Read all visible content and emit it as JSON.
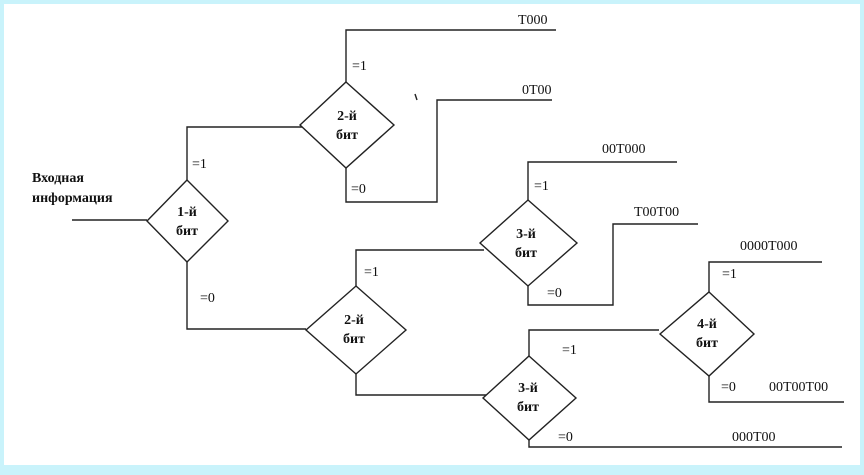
{
  "input_label_line1": "Входная",
  "input_label_line2": "информация",
  "nodes": {
    "n1": {
      "line1": "1-й",
      "line2": "бит"
    },
    "n2a": {
      "line1": "2-й",
      "line2": "бит"
    },
    "n2b": {
      "line1": "2-й",
      "line2": "бит"
    },
    "n3a": {
      "line1": "3-й",
      "line2": "бит"
    },
    "n3b": {
      "line1": "3-й",
      "line2": "бит"
    },
    "n4": {
      "line1": "4-й",
      "line2": "бит"
    }
  },
  "branch_labels": {
    "n1_one": "=1",
    "n1_zero": "=0",
    "n2a_one": "=1",
    "n2a_zero": "=0",
    "n2b_one": "=1",
    "n3a_one": "=1",
    "n3a_zero": "=0",
    "n3b_one": "=1",
    "n3b_zero": "=0",
    "n4_one": "=1",
    "n4_zero": "=0"
  },
  "outputs": {
    "o1": "T000",
    "o2": "0T00",
    "o3": "00T000",
    "o4": "T00T00",
    "o5": "0000T000",
    "o6": "00T00T00",
    "o7": "000T00"
  }
}
